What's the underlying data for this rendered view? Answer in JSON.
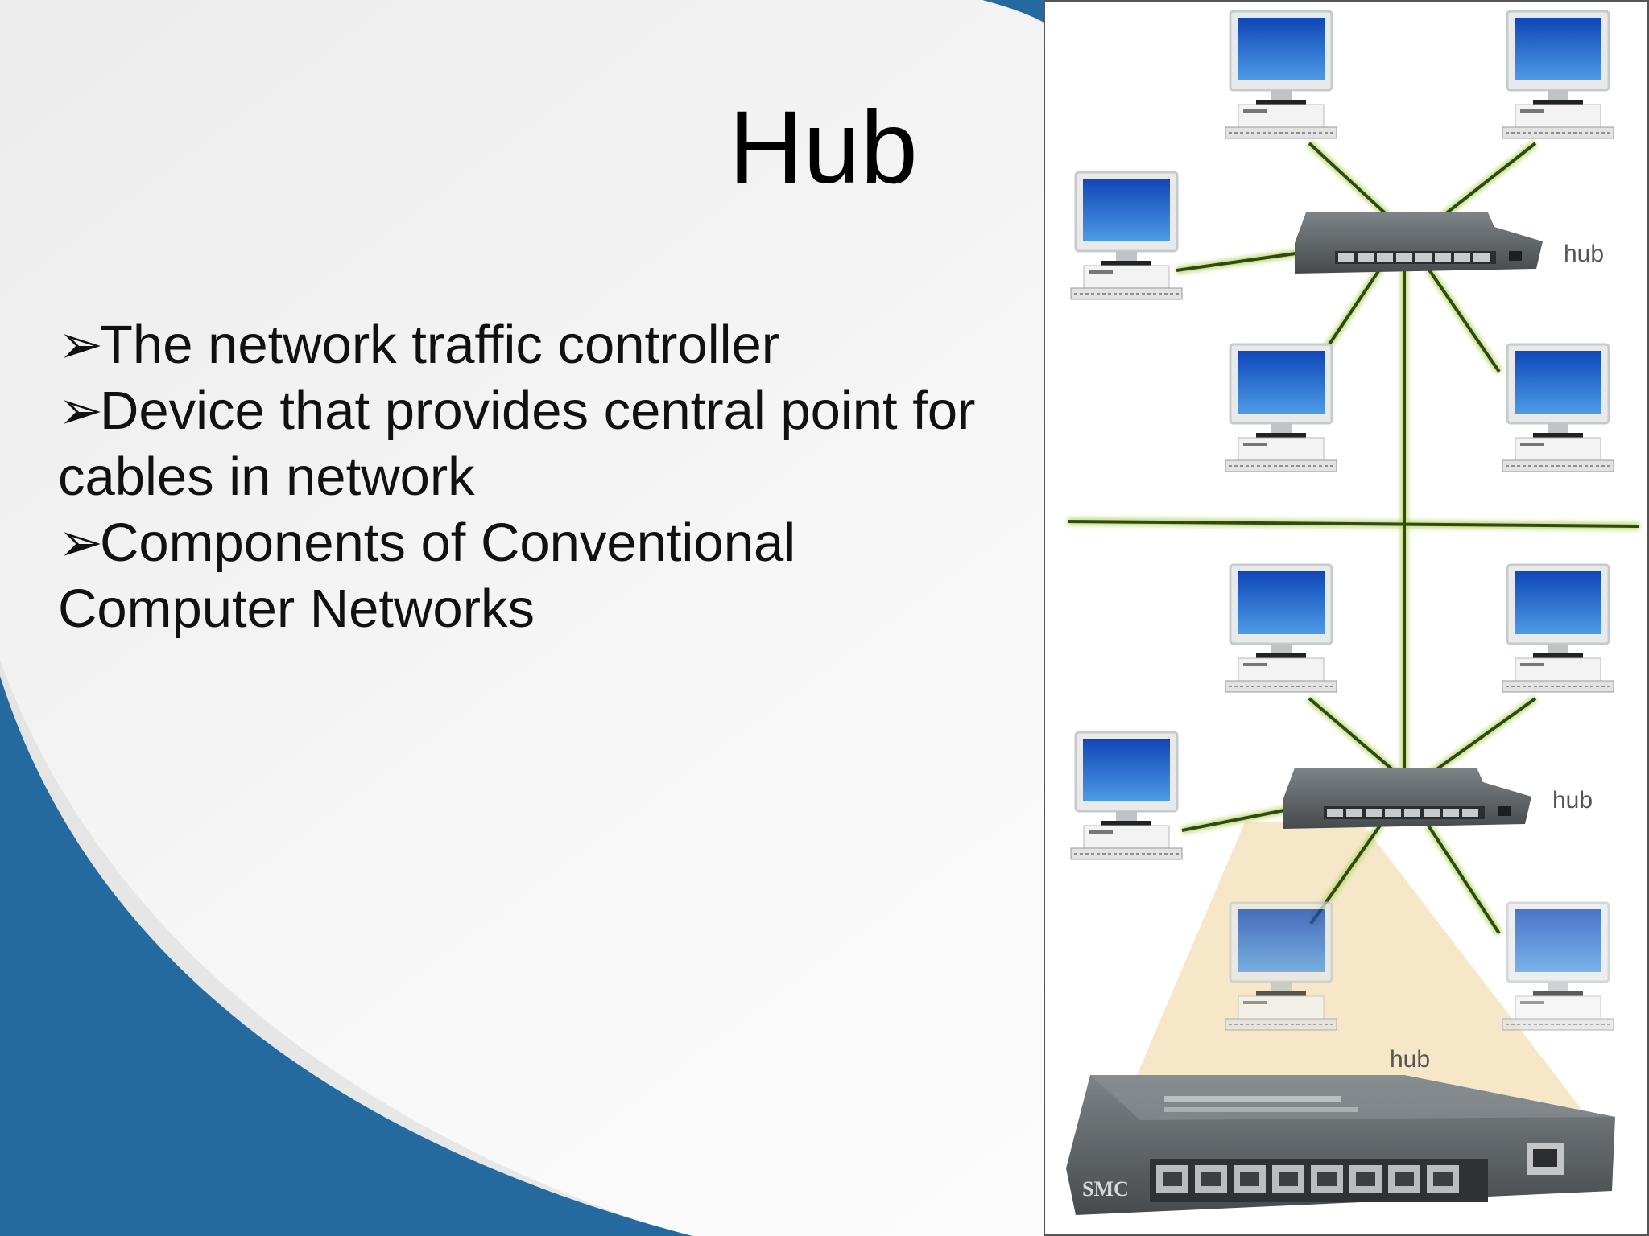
{
  "slide": {
    "title": "Hub",
    "bullets": [
      {
        "text": "The network traffic controller"
      },
      {
        "text": "Device that provides central point for cables in network"
      },
      {
        "text": "Components of Conventional Computer Networks"
      }
    ],
    "bullet_glyph": "➢"
  },
  "figure": {
    "hub_label": "hub",
    "brand_label": "SMC",
    "colors": {
      "cable": "#2f4a14",
      "cable_glow": "#b9d66a",
      "monitor_screen": "#1f63c9",
      "hub_body": "#5b6063",
      "slide_blue": "#246a9f"
    }
  }
}
